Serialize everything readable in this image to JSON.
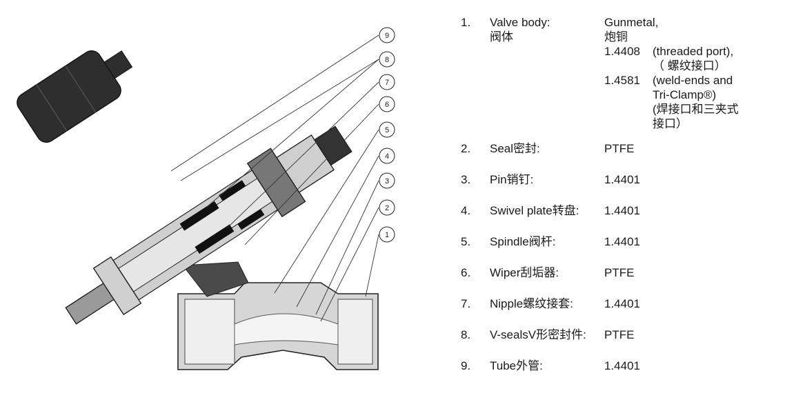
{
  "callouts": [
    "9",
    "8",
    "7",
    "6",
    "5",
    "4",
    "3",
    "2",
    "1"
  ],
  "parts": [
    {
      "num": "1.",
      "name": "Valve body:",
      "name_cn": "阀体",
      "material": "Gunmetal,",
      "material_cn": "炮铜",
      "grades": [
        {
          "code": "1.4408",
          "desc": "(threaded port),",
          "desc_cn": "（ 螺纹接口）"
        },
        {
          "code": "1.4581",
          "desc": "(weld-ends and",
          "desc2": "Tri-Clamp®)",
          "desc_cn": "(焊接口和三夹式",
          "desc_cn2": "接口）"
        }
      ]
    },
    {
      "num": "2.",
      "name": "Seal密封:",
      "material": "PTFE"
    },
    {
      "num": "3.",
      "name": "Pin销钉:",
      "material": "1.4401"
    },
    {
      "num": "4.",
      "name": "Swivel plate转盘:",
      "material": "1.4401"
    },
    {
      "num": "5.",
      "name": "Spindle阀杆:",
      "material": "1.4401"
    },
    {
      "num": "6.",
      "name": "Wiper刮垢器:",
      "material": "PTFE"
    },
    {
      "num": "7.",
      "name": "Nipple螺纹接套:",
      "material": "1.4401"
    },
    {
      "num": "8.",
      "name": "V-sealsV形密封件:",
      "material": "PTFE"
    },
    {
      "num": "9.",
      "name": "Tube外管:",
      "material": "1.4401"
    }
  ]
}
